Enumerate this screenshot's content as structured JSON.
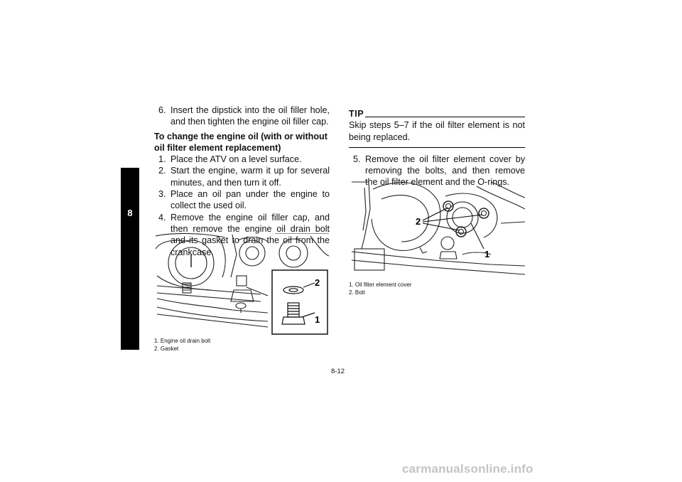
{
  "section_tab": "8",
  "left_column": {
    "step6": {
      "number": "6.",
      "text": "Insert the dipstick into the oil filler hole, and then tighten the engine oil filler cap."
    },
    "heading": "To change the engine oil (with or without oil filter element replacement)",
    "steps": [
      {
        "number": "1.",
        "text": "Place the ATV on a level surface."
      },
      {
        "number": "2.",
        "text": "Start the engine, warm it up for several minutes, and then turn it off."
      },
      {
        "number": "3.",
        "text": "Place an oil pan under the engine to collect the used oil."
      },
      {
        "number": "4.",
        "text": "Remove the engine oil filler cap, and then remove the engine oil drain bolt and its gasket to drain the oil from the crankcase."
      }
    ],
    "figure": {
      "callout_1": "1",
      "callout_2": "2"
    },
    "captions": [
      "1. Engine oil drain bolt",
      "2. Gasket"
    ]
  },
  "right_column": {
    "tip_label": "TIP",
    "tip_text": "Skip steps 5–7 if the oil filter element is not being replaced.",
    "step5": {
      "number": "5.",
      "text": "Remove the oil filter element cover by removing the bolts, and then remove the oil filter element and the O-rings."
    },
    "figure": {
      "callout_1": "1",
      "callout_2": "2"
    },
    "captions": [
      "1. Oil filter element cover",
      "2. Bolt"
    ]
  },
  "page_number": "8-12",
  "watermark": "carmanualsonline.info"
}
